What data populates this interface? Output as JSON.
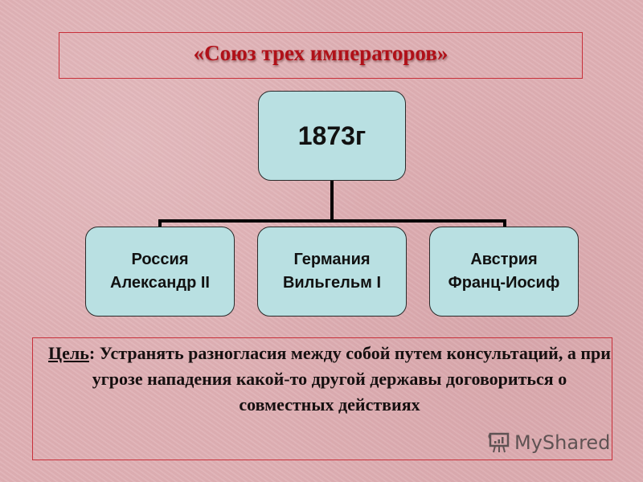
{
  "title": "«Союз трех императоров»",
  "diagram": {
    "root": {
      "label": "1873г"
    },
    "children": [
      {
        "line1": "Россия",
        "line2": "Александр II"
      },
      {
        "line1": "Германия",
        "line2": "Вильгельм I"
      },
      {
        "line1": "Австрия",
        "line2": "Франц-Иосиф"
      }
    ]
  },
  "goal": {
    "label": "Цель",
    "separator": ": ",
    "text": "Устранять разногласия между собой путем консультаций, а при угрозе нападения какой-то другой державы договориться о совместных действиях"
  },
  "watermark": {
    "text": "MyShared",
    "icon": "presentation-board-icon"
  },
  "colors": {
    "background": "#dfb1b5",
    "title_text": "#b01018",
    "frame_border": "#c8303a",
    "node_fill": "#b9e0e2"
  }
}
